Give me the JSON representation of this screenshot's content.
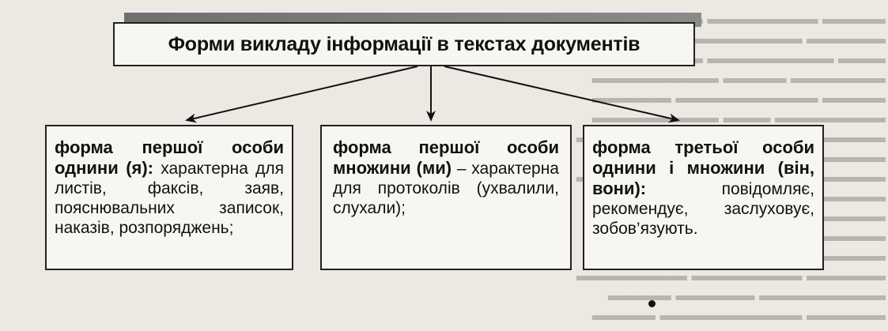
{
  "title": "Форми викладу інформації в текстах документів",
  "forms": [
    {
      "heading": "форма першої особи однини (я):",
      "text": " характерна для листів, факсів, заяв, пояснювальних записок, наказів, розпоряджень;"
    },
    {
      "heading": "форма першої особи множини (ми)",
      "text": " – характерна для протоколів (ухвалили, слухали);"
    },
    {
      "heading": "форма третьої особи однини і множини (він, вони):",
      "text": " повідомляє, рекомендує, заслуховує, зобов’язують."
    }
  ],
  "colors": {
    "page": "#ece9e3",
    "box": "#f7f6f2",
    "border": "#222222",
    "shadow": "#7a7a7a"
  }
}
